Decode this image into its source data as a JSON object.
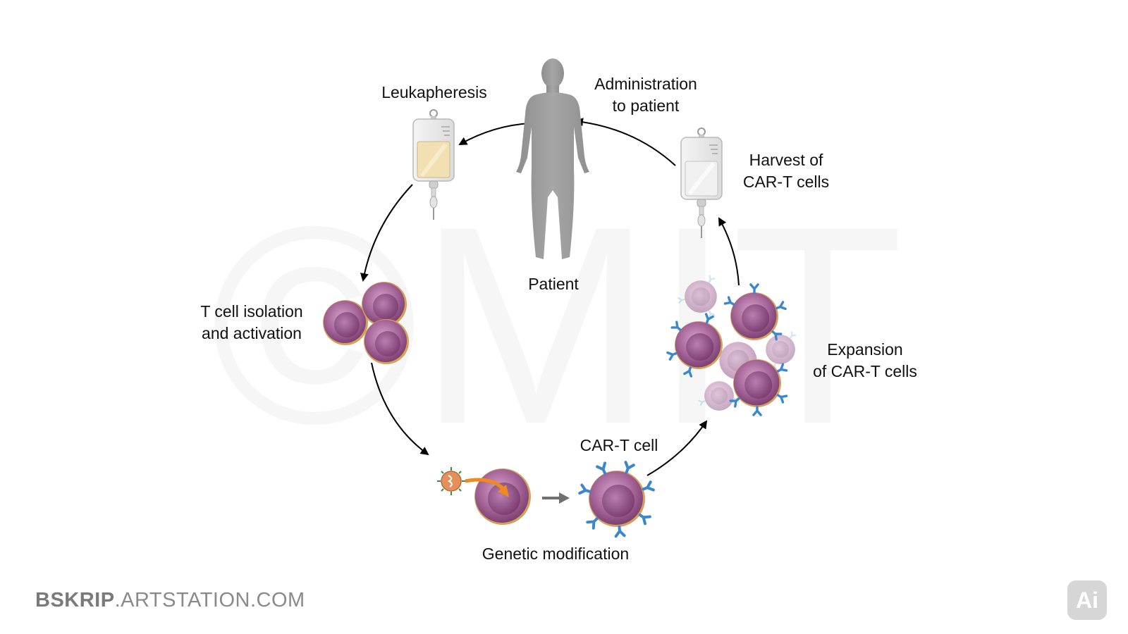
{
  "watermark": "©MIT",
  "labels": {
    "leukapheresis": "Leukapheresis",
    "administration_line1": "Administration",
    "administration_line2": "to patient",
    "harvest_line1": "Harvest of",
    "harvest_line2": "CAR-T cells",
    "patient": "Patient",
    "isolation_line1": "T cell isolation",
    "isolation_line2": "and activation",
    "expansion_line1": "Expansion",
    "expansion_line2": "of CAR-T cells",
    "cart_cell": "CAR-T cell",
    "genetic_modification": "Genetic modification"
  },
  "credit": {
    "bold": "BSKRIP",
    "rest": ".ARTSTATION.COM"
  },
  "badge": "Ai",
  "colors": {
    "silhouette": "#9e9e9e",
    "cell_body": "#a15e8e",
    "cell_nucleus": "#874078",
    "cell_rim": "#d4a15a",
    "receptor": "#3c87cc",
    "bag_fluid_blood": "#f2dfb2",
    "virus": "#e58f5b",
    "transfer_arrow": "#ef8a1e"
  }
}
